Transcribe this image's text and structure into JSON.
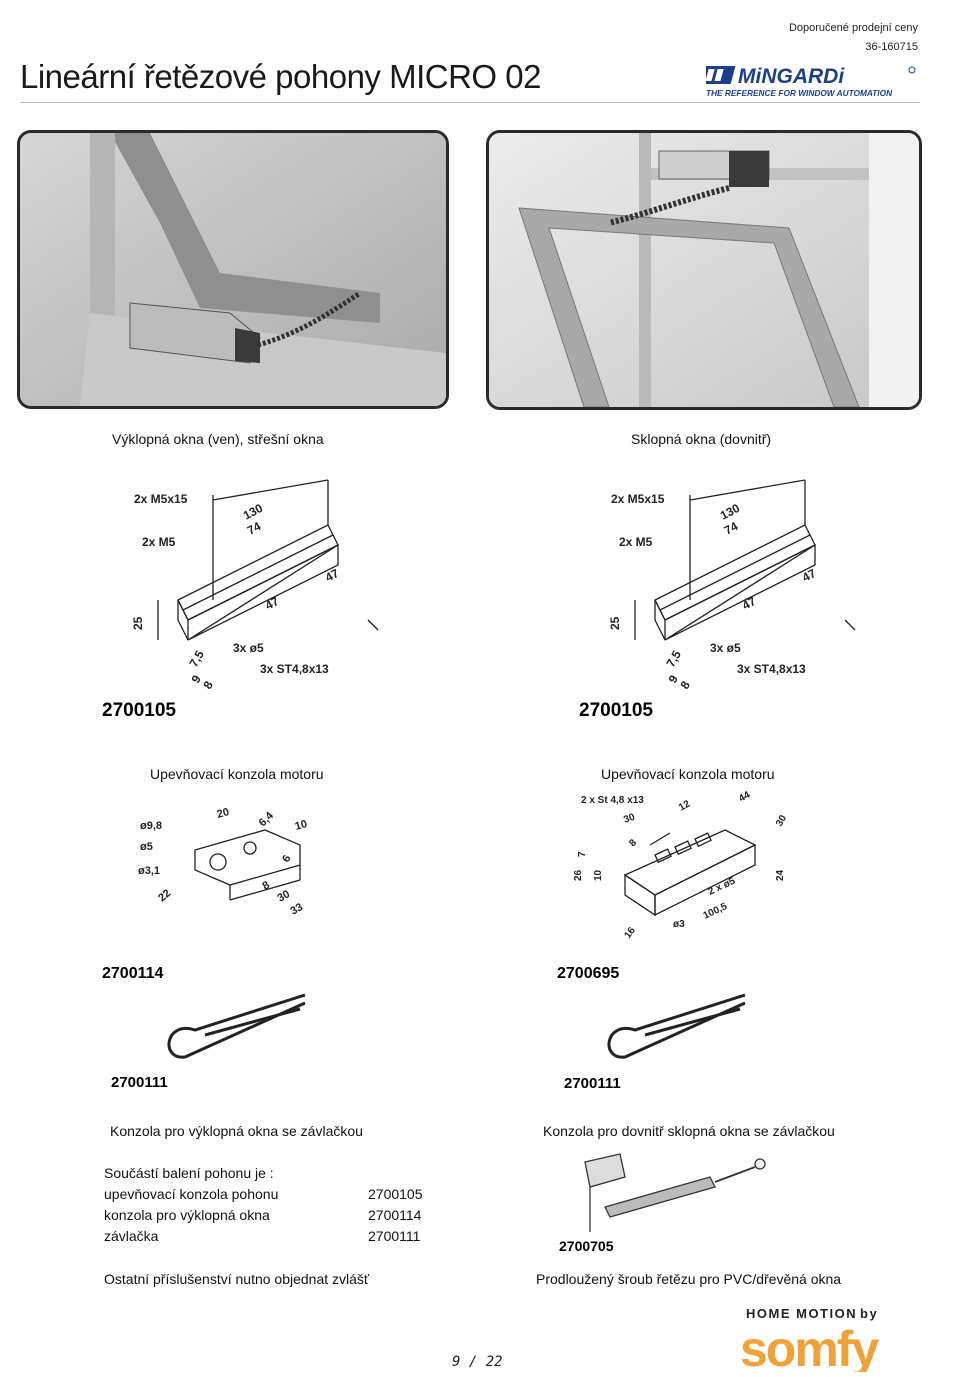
{
  "header": {
    "title": "Lineární řetězové pohony MICRO 02",
    "price_label": "Doporučené prodejní ceny",
    "doc_code": "36-160715",
    "brand": "MiNGARDi",
    "brand_tagline": "THE REFERENCE FOR WINDOW AUTOMATION"
  },
  "photos": {
    "left_caption": "Výklopná okna (ven), střešní okna",
    "right_caption": "Sklopná okna (dovnitř)"
  },
  "brackets": {
    "left": {
      "code": "2700105",
      "caption": "Upevňovací konzola motoru",
      "labels": [
        "2x M5x15",
        "2x M5",
        "130",
        "74",
        "47",
        "47",
        "25",
        "3x ø5",
        "3x ST4,8x13",
        "7,5",
        "9",
        "8"
      ]
    },
    "right": {
      "code": "2700105",
      "caption": "Upevňovací konzola motoru",
      "labels": [
        "2x M5x15",
        "2x M5",
        "130",
        "74",
        "47",
        "47",
        "25",
        "3x ø5",
        "3x ST4,8x13",
        "7,5",
        "9",
        "8"
      ]
    }
  },
  "consoles": {
    "left": {
      "code": "2700114",
      "labels": [
        "ø9,8",
        "ø5",
        "ø3,1",
        "20",
        "6,4",
        "10",
        "6",
        "8",
        "22",
        "30",
        "33"
      ]
    },
    "right": {
      "code": "2700695",
      "labels": [
        "2 x St 4,8 x13",
        "12",
        "44",
        "30",
        "30",
        "8",
        "7",
        "26",
        "10",
        "24",
        "2 x ø5",
        "100,5",
        "ø3",
        "16"
      ]
    }
  },
  "pins": {
    "left_code": "2700111",
    "right_code": "2700111",
    "left_caption": "Konzola pro výklopná okna se závlačkou",
    "right_caption": "Konzola pro dovnitř sklopná okna se závlačkou"
  },
  "package": {
    "heading": "Součástí balení pohonu je :",
    "items": [
      {
        "name": "upevňovací konzola pohonu",
        "code": "2700105"
      },
      {
        "name": "konzola pro výklopná okna",
        "code": "2700114"
      },
      {
        "name": "závlačka",
        "code": "2700111"
      }
    ],
    "note": "Ostatní příslušenství nutno objednat zvlášť"
  },
  "screw": {
    "code": "2700705",
    "caption": "Prodloužený šroub řetězu pro PVC/dřevěná okna"
  },
  "footer": {
    "page": "9 / 22",
    "home_motion": "HOME MOTION",
    "by": "by",
    "somfy": "somfy"
  },
  "colors": {
    "somfy_orange": "#f0a23a",
    "mingardi_blue": "#1c3f8c"
  }
}
